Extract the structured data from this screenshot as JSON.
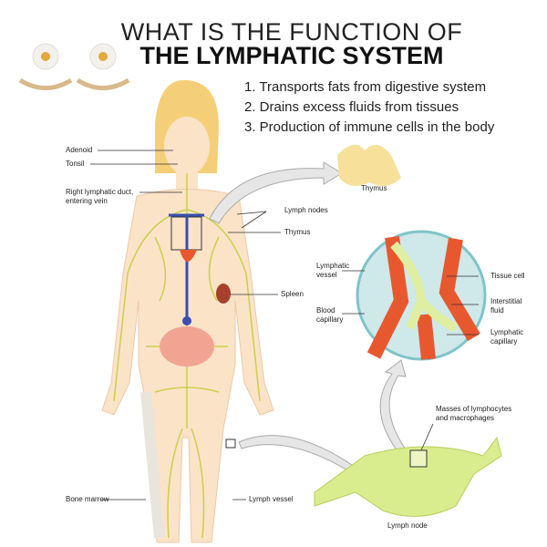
{
  "title": {
    "line1": "WHAT IS THE FUNCTION OF",
    "line2": "THE LYMPHATIC SYSTEM"
  },
  "functions": [
    "1. Transports fats from digestive system",
    "2. Drains excess fluids from tissues",
    "3. Production of immune cells in the body"
  ],
  "labels": {
    "adenoid": "Adenoid",
    "tonsil": "Tonsil",
    "right_duct_1": "Right lymphatic duct,",
    "right_duct_2": "entering vein",
    "lymph_nodes": "Lymph nodes",
    "thymus": "Thymus",
    "spleen": "Spleen",
    "bone_marrow": "Bone marrow",
    "lymph_vessel": "Lymph vessel",
    "thymus_detail": "Thymus",
    "lymphatic_vessel_1": "Lymphatic",
    "lymphatic_vessel_2": "vessel",
    "tissue_cell": "Tissue cell",
    "interstitial_1": "Interstitial",
    "interstitial_2": "fluid",
    "blood_cap_1": "Blood",
    "blood_cap_2": "capillary",
    "lymph_cap_1": "Lymphatic",
    "lymph_cap_2": "capillary",
    "masses_1": "Masses of lymphocytes",
    "masses_2": "and macrophages",
    "lymph_node": "Lymph node"
  },
  "colors": {
    "skin": "#fbe3c8",
    "lymph": "#c8d14a",
    "blood": "#e8582f",
    "vein": "#3a4fb0",
    "node": "#d9ec8e",
    "hair": "#f5cf78"
  }
}
